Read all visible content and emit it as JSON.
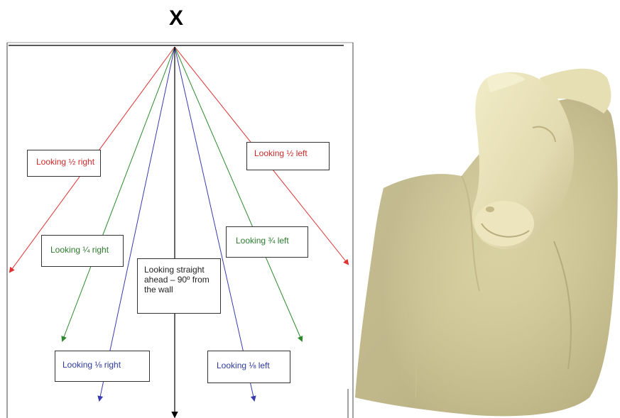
{
  "title": "X",
  "labels": {
    "half_right": "Looking ½ right",
    "half_left": "Looking ½ left",
    "quarter_right": "Looking ¼ right",
    "quarter_left": "Looking ¾ left",
    "eighth_right": "Looking ⅛ right",
    "eighth_left": "Looking ⅛ left",
    "straight": "Looking straight ahead – 90º from the wall"
  },
  "colors": {
    "half": "#e03030",
    "quarter": "#2c8a2c",
    "eighth": "#3a3ab0",
    "straight": "#000000"
  },
  "photo_subject": "horse-head-sculpture"
}
